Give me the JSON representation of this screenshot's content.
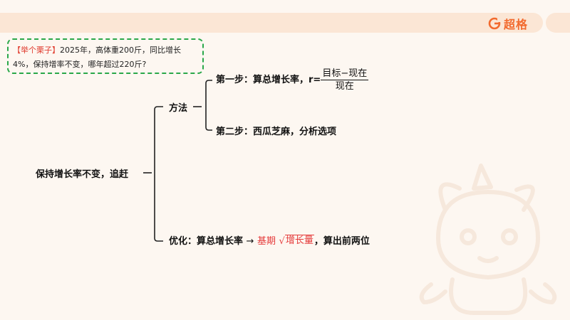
{
  "header": {
    "logo_text": "超格"
  },
  "example": {
    "tag": "【举个栗子】",
    "text": "2025年，高体重200斤，同比增长4%，保持增率不变，哪年超过220斤?"
  },
  "tree": {
    "root": "保持增长率不变，追赶",
    "method": "方法",
    "step1_label": "第一步：算总增长率，",
    "step1_formula_lhs": "r=",
    "step1_numerator": "目标−现在",
    "step1_denominator": "现在",
    "step2": "第二步：西瓜芝麻，分析选项",
    "optimize_label": "优化：算总增长率",
    "optimize_arrow": "→",
    "optimize_base": "基期",
    "optimize_root_symbol": "√",
    "optimize_radicand": "增长量",
    "optimize_tail": "，算出前两位"
  },
  "colors": {
    "accent": "#f26a2e",
    "red": "#e53b3b",
    "green": "#2aa84a"
  }
}
